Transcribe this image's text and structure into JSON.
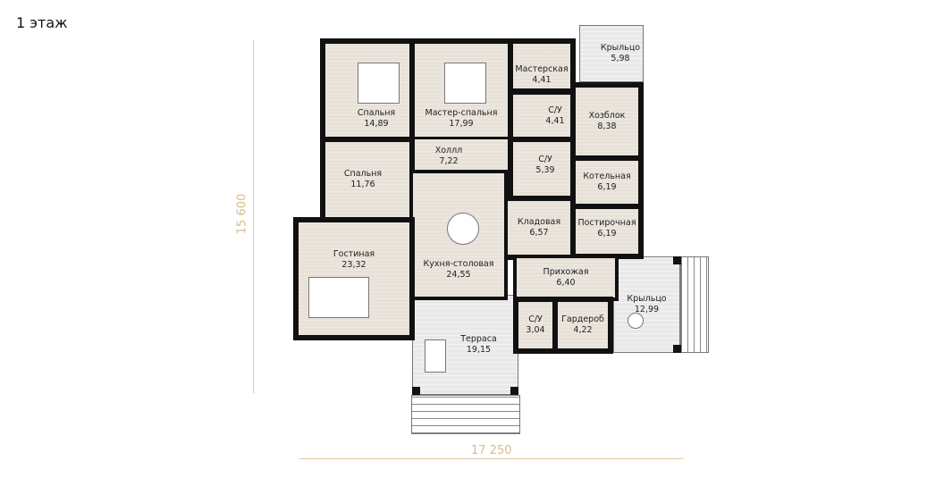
{
  "title": "1 этаж",
  "rooms": [
    {
      "name": "Спальня",
      "area": "14,89"
    },
    {
      "name": "Мастер-спальня",
      "area": "17,99"
    },
    {
      "name": "Мастерская",
      "area": "4,41"
    },
    {
      "name": "С/У",
      "area": "4,41"
    },
    {
      "name": "Крыльцо",
      "area": "5,98"
    },
    {
      "name": "Хозблок",
      "area": "8,38"
    },
    {
      "name": "Холлл",
      "area": "7,22"
    },
    {
      "name": "Спальня",
      "area": "11,76"
    },
    {
      "name": "С/У",
      "area": "5,39"
    },
    {
      "name": "Котельная",
      "area": "6,19"
    },
    {
      "name": "Кладовая",
      "area": "6,57"
    },
    {
      "name": "Постирочная",
      "area": "6,19"
    },
    {
      "name": "Гостиная",
      "area": "23,32"
    },
    {
      "name": "Кухня-столовая",
      "area": "24,55"
    },
    {
      "name": "Прихожая",
      "area": "6,40"
    },
    {
      "name": "С/У",
      "area": "3,04"
    },
    {
      "name": "Гардероб",
      "area": "4,22"
    },
    {
      "name": "Терраса",
      "area": "19,15"
    },
    {
      "name": "Крыльцо",
      "area": "12,99"
    }
  ],
  "dimensions": {
    "height": "15 600",
    "width": "17 250"
  }
}
